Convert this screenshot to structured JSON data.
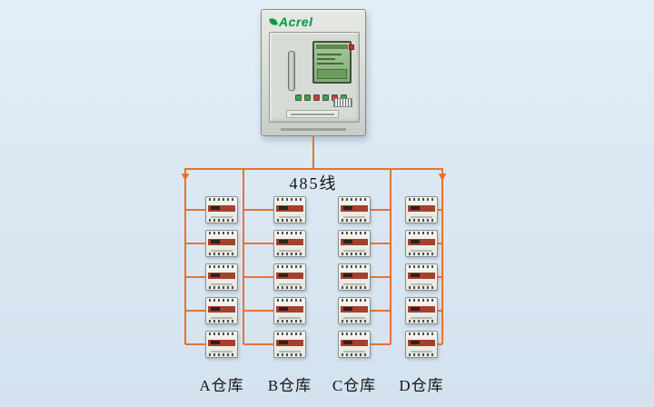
{
  "colors": {
    "background": "#dbe8f3",
    "wire": "#e9722d",
    "brand_green": "#009944",
    "device_band": "#a5402c"
  },
  "cabinet": {
    "brand": "Acrel",
    "button_colors": [
      "#3aa24a",
      "#3aa24a",
      "#cf3b2f",
      "#3aa24a",
      "#cf3b2f",
      "#3aa24a"
    ]
  },
  "bus": {
    "label": "485线"
  },
  "warehouses": [
    {
      "id": "A",
      "label": "A仓库",
      "device_count": 5
    },
    {
      "id": "B",
      "label": "B仓库",
      "device_count": 5
    },
    {
      "id": "C",
      "label": "C仓库",
      "device_count": 5
    },
    {
      "id": "D",
      "label": "D仓库",
      "device_count": 5
    }
  ]
}
